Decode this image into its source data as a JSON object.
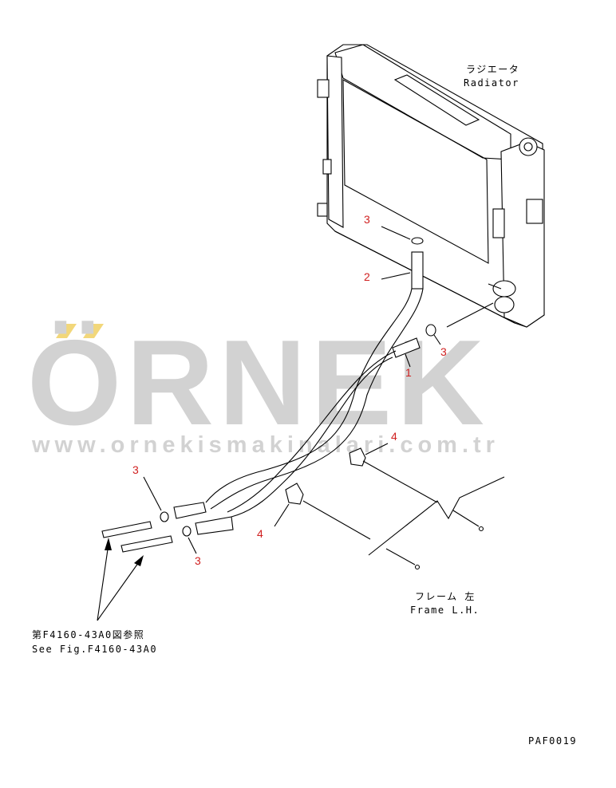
{
  "watermark": {
    "brand": "ÖRNEK",
    "url": "www.ornekismakinalari.com.tr",
    "color": "#d2d2d2",
    "accent_color": "#f2d77a"
  },
  "labels": {
    "radiator_jp": "ラジエータ",
    "radiator_en": "Radiator",
    "frame_jp": "フレーム 左",
    "frame_en": "Frame L.H.",
    "see_fig_jp": "第F4160-43A0図参照",
    "see_fig_en": "See Fig.F4160-43A0",
    "drawing_code": "PAF0019"
  },
  "callouts": [
    {
      "id": "1",
      "part": "hose"
    },
    {
      "id": "2",
      "part": "hose"
    },
    {
      "id": "3",
      "part": "clamp"
    },
    {
      "id": "3",
      "part": "clamp"
    },
    {
      "id": "3",
      "part": "clamp"
    },
    {
      "id": "3",
      "part": "clamp"
    },
    {
      "id": "4",
      "part": "clip"
    },
    {
      "id": "4",
      "part": "clip"
    }
  ],
  "colors": {
    "callout": "#d02020",
    "line": "#000000"
  }
}
